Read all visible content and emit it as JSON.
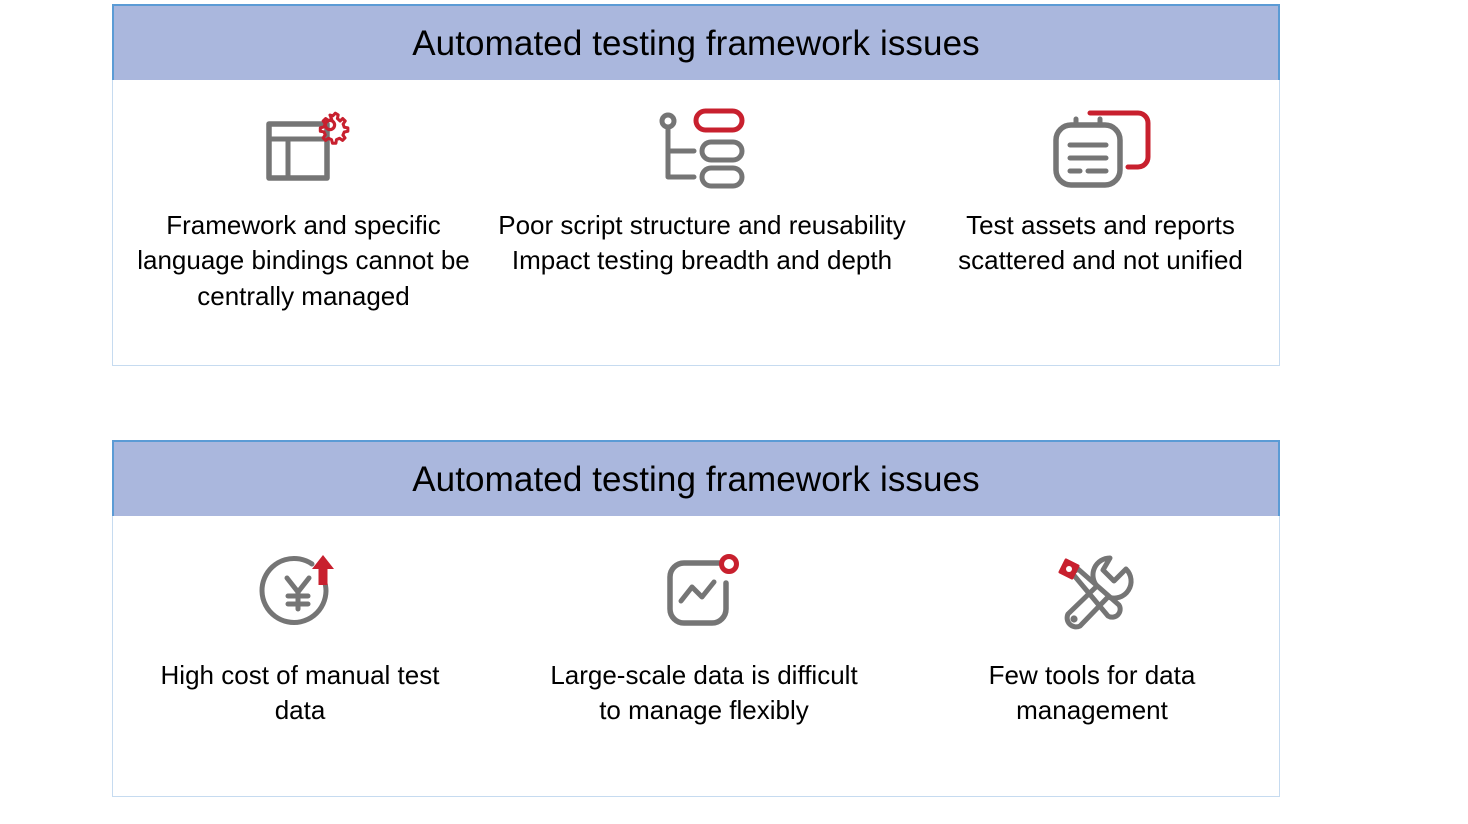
{
  "slide": {
    "background_color": "#ffffff",
    "accent_gray": "#757575",
    "accent_red": "#c8202e",
    "header_fill": "#aab7dd",
    "header_border": "#5b9bd5",
    "body_border": "#c6dbf0",
    "text_color": "#000000"
  },
  "cards": [
    {
      "title": "Automated testing framework issues",
      "items": [
        {
          "icon": "window-layout-gear-icon",
          "caption": "Framework and specific\nlanguage bindings cannot be\ncentrally managed"
        },
        {
          "icon": "hierarchy-tree-icon",
          "caption": "Poor script structure and reusability\nImpact testing breadth and depth"
        },
        {
          "icon": "clipboard-report-icon",
          "caption": "Test assets and reports\nscattered and not unified"
        }
      ]
    },
    {
      "title": "Automated testing framework issues",
      "items": [
        {
          "icon": "yen-cost-up-icon",
          "caption": "High cost of manual test\ndata"
        },
        {
          "icon": "chart-alert-icon",
          "caption": "Large-scale data is difficult\nto manage flexibly"
        },
        {
          "icon": "wrench-screwdriver-icon",
          "caption": "Few tools for data\nmanagement"
        }
      ]
    }
  ]
}
